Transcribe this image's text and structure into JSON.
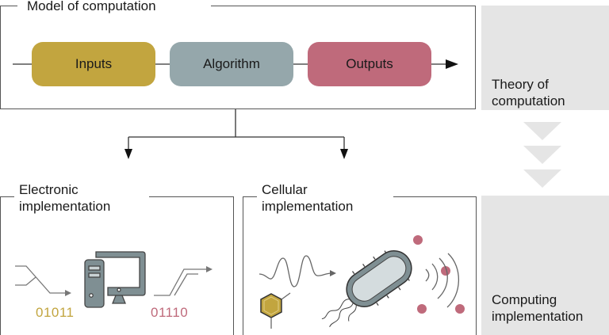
{
  "model": {
    "title": "Model of computation",
    "steps": [
      {
        "label": "Inputs",
        "color": "#c2a53f"
      },
      {
        "label": "Algorithm",
        "color": "#95a7ab"
      },
      {
        "label": "Outputs",
        "color": "#bf6a7b"
      }
    ]
  },
  "side_panels": {
    "theory": {
      "label_line1": "Theory of",
      "label_line2": "computation"
    },
    "computing": {
      "label_line1": "Computing",
      "label_line2": "implementation"
    }
  },
  "electronic": {
    "title_line1": "Electronic",
    "title_line2": "implementation",
    "input_bits": "01011",
    "output_bits": "01110",
    "input_color": "#c2a53f",
    "output_color": "#bf6a7b"
  },
  "cellular": {
    "title_line1": "Cellular",
    "title_line2": "implementation",
    "signal_color": "#bf6a7b",
    "molecule_color": "#c2a53f"
  },
  "colors": {
    "line": "#333333",
    "frame": "#555555",
    "panel": "#e5e5e5",
    "device": "#7f8f93",
    "cell_fill": "#d4dcde"
  }
}
